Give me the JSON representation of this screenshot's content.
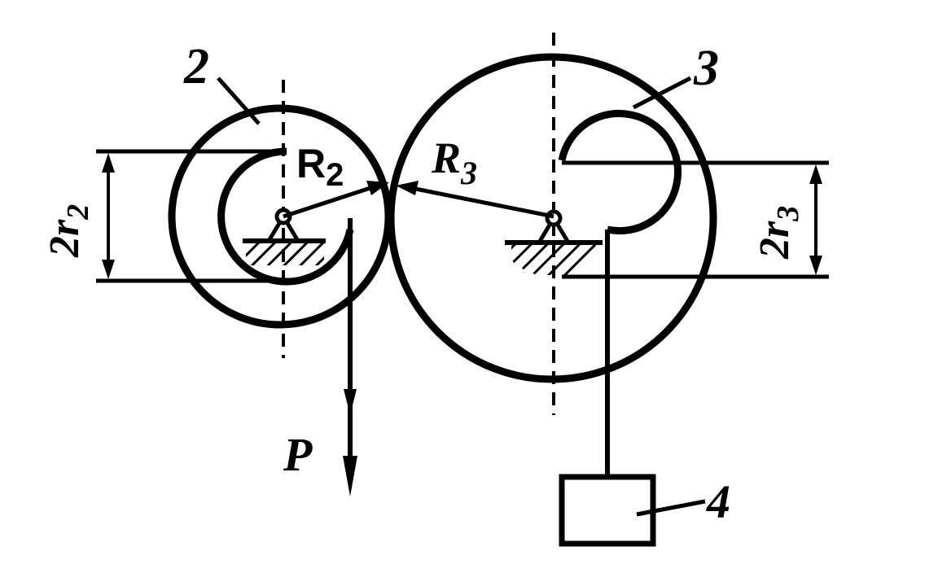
{
  "labels": {
    "pulley2_number": "2",
    "pulley3_number": "3",
    "block_number": "4",
    "force": "P",
    "R2_main": "R",
    "R2_sub": "2",
    "R3_main": "R",
    "R3_sub": "3",
    "r2_dim_main": "2r",
    "r2_dim_sub": "2",
    "r3_dim_main": "2r",
    "r3_dim_sub": "3"
  },
  "colors": {
    "ink": "#000000",
    "paper": "#ffffff"
  }
}
